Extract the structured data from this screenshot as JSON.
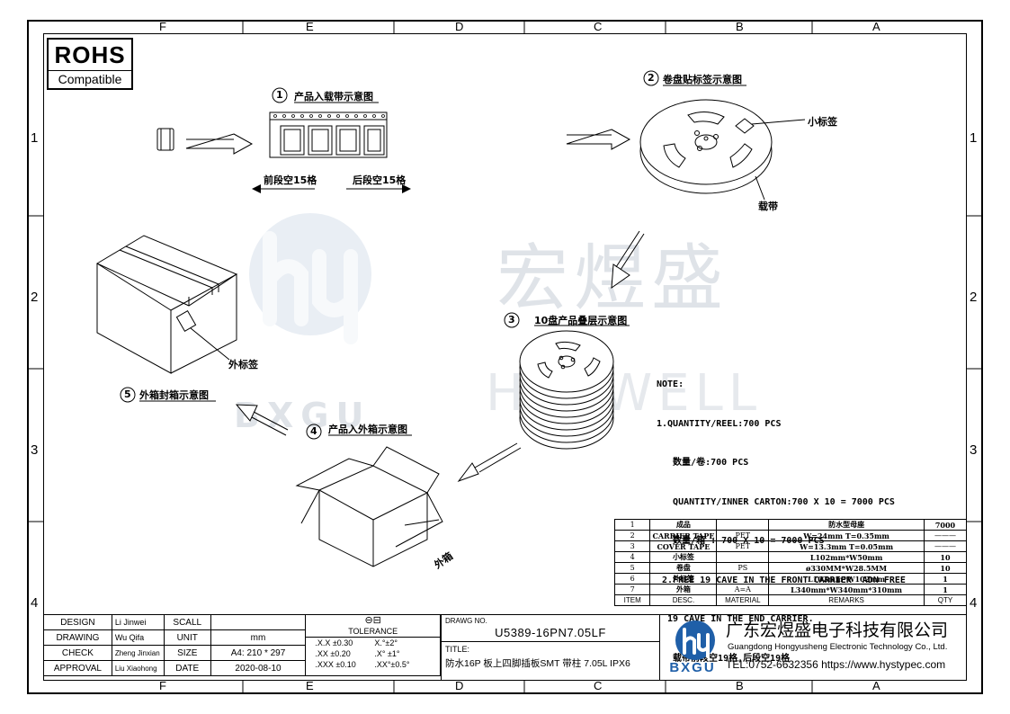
{
  "zones": {
    "columns": [
      "F",
      "E",
      "D",
      "C",
      "B",
      "A"
    ],
    "rows": [
      "1",
      "2",
      "3",
      "4"
    ]
  },
  "rohs": {
    "title": "ROHS",
    "subtitle": "Compatible"
  },
  "watermark": {
    "cn": "宏煜盛",
    "en": "HYSWELL",
    "logo_text": "BXGU"
  },
  "steps": {
    "s1": {
      "num": "1",
      "title": "产品入载带示意图",
      "left_note": "前段空15格",
      "right_note": "后段空15格"
    },
    "s2": {
      "num": "2",
      "title": "卷盘贴标签示意图",
      "label_small": "小标签",
      "label_tape": "载带"
    },
    "s3": {
      "num": "3",
      "title": "10盘产品叠层示意图"
    },
    "s4": {
      "num": "4",
      "title": "产品入外箱示意图",
      "label_box": "外箱"
    },
    "s5": {
      "num": "5",
      "title": "外箱封箱示意图",
      "label_outer": "外标签"
    }
  },
  "notes": [
    "NOTE:",
    "1.QUANTITY/REEL:700 PCS",
    "   数量/卷:700 PCS",
    "   QUANTITY/INNER CARTON:700 X 10 = 7000 PCS",
    "   数量/箱 : 700 X 10 = 7000 PCS",
    " 2.FREE 19 CAVE IN THE FRONT CARRIER  ADN FREE",
    "  19 CAVE IN THE END CARRIER.",
    "   载带前段空19格,后段空19格"
  ],
  "bom": {
    "rows": [
      [
        "1",
        "成品",
        "",
        "防水型母座",
        "7000"
      ],
      [
        "2",
        "CARRIER TAPE",
        "PET",
        "W=24mm T=0.35mm",
        "———"
      ],
      [
        "3",
        "COVER TAPE",
        "PET",
        "W=13.3mm T=0.05mm",
        "———"
      ],
      [
        "4",
        "小标签",
        "",
        "L102mm*W50mm",
        "10"
      ],
      [
        "5",
        "卷盘",
        "PS",
        "ø330MM*W28.5MM",
        "10"
      ],
      [
        "6",
        "外标签",
        "",
        "L102mm*W102mm",
        "1"
      ],
      [
        "7",
        "外箱",
        "A=A",
        "L340mm*W340mm*310mm",
        "1"
      ]
    ],
    "header": [
      "ITEM",
      "DESC.",
      "MATERIAL",
      "REMARKS",
      "QTY"
    ]
  },
  "title_block": {
    "roles": [
      "DESIGN",
      "DRAWING",
      "CHECK",
      "APPROVAL"
    ],
    "names": [
      "Li Jinwei",
      "Wu Qifa",
      "Zheng Jinxian",
      "Liu Xiaohong"
    ],
    "fields": [
      "SCALL",
      "UNIT",
      "SIZE",
      "DATE"
    ],
    "values": [
      "",
      "mm",
      "A4: 210 * 297",
      "2020-08-10"
    ],
    "tolerance_title": "TOLERANCE",
    "tolerance": [
      [
        ".X.X  ±0.30",
        "X.°±2°"
      ],
      [
        ".XX  ±0.20",
        ".X° ±1°"
      ],
      [
        ".XXX  ±0.10",
        ".XX°±0.5°"
      ]
    ],
    "drawing_no_label": "DRAWG NO.",
    "drawing_no": "U5389-16PN7.05LF",
    "title_label": "TITLE:",
    "title": "防水16P 板上四脚插板SMT 带柱 7.05L IPX6",
    "company_cn": "广东宏煜盛电子科技有限公司",
    "company_en": "Guangdong Hongyusheng Electronic Technology Co., Ltd.",
    "logo_text": "BXGU",
    "contact": "TEL:0752-6632356  https://www.hystypec.com"
  },
  "colors": {
    "line": "#000000",
    "watermark": "#dfe3e8",
    "logo_blue": "#1f5fa8"
  }
}
